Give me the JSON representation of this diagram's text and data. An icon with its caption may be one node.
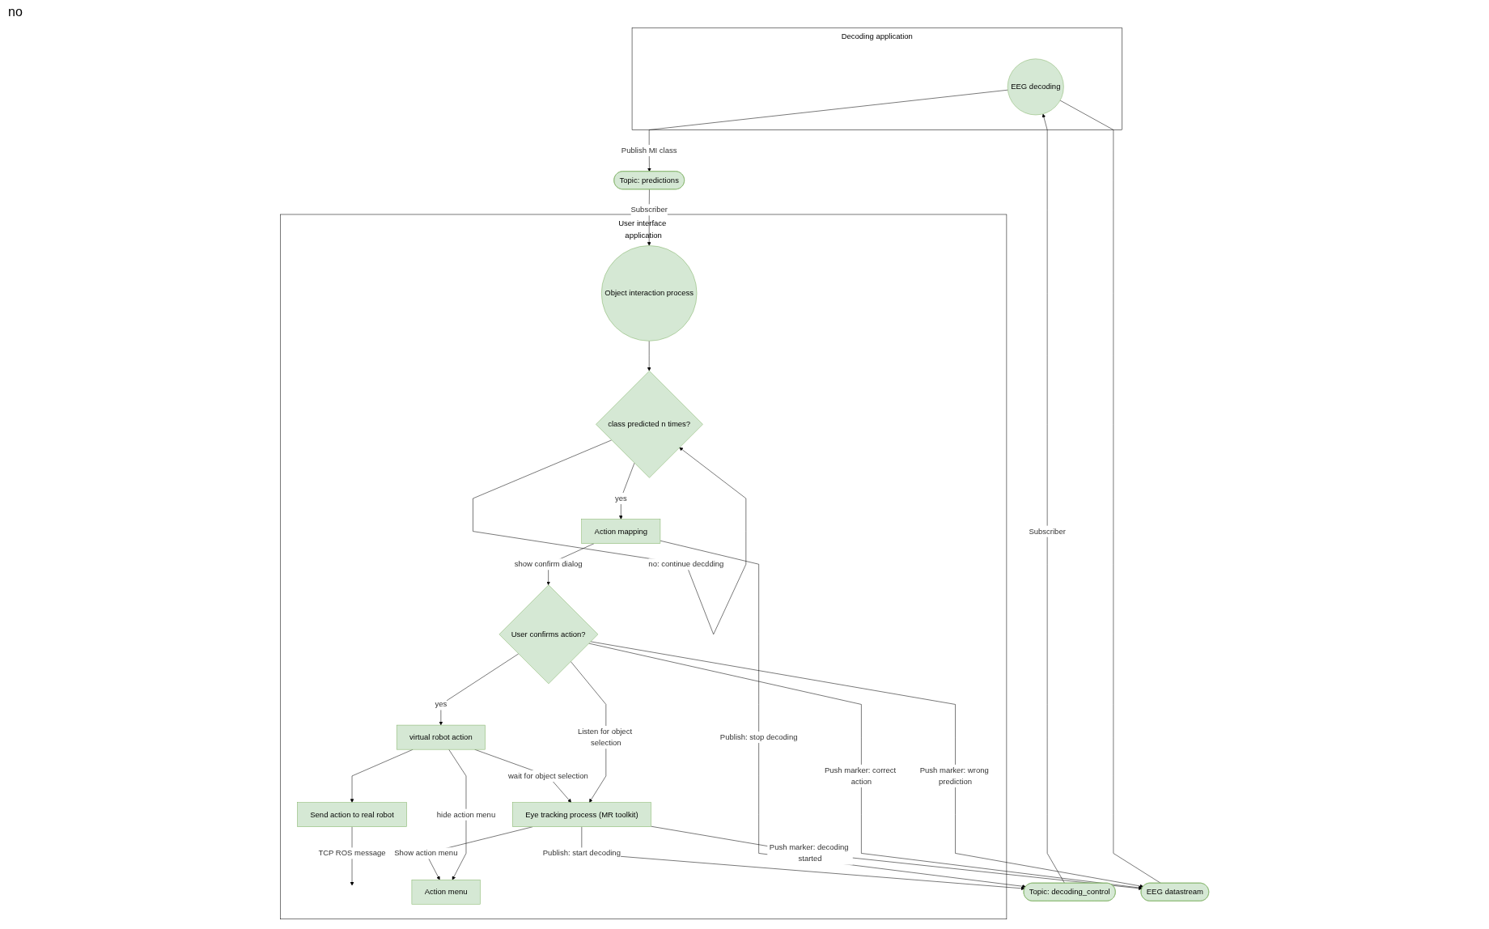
{
  "diagram": {
    "nodes": [
      {
        "text": [
          "Decoding application"
        ]
      },
      {
        "text": [
          "User interface application"
        ]
      },
      {
        "text": [
          "Send action to real robot"
        ],
        "in": 1
      },
      {
        "text": [
          "Action menu"
        ],
        "in": 1
      },
      {
        "text": [
          "Eye tracking process (MR toolkit)"
        ],
        "in": 1
      },
      {
        "text": [
          "Topic: decoding_control"
        ]
      },
      {
        "text": [
          "virtual robot action"
        ],
        "in": 1
      },
      {
        "text": [
          "EEG decoding"
        ],
        "in": 0
      },
      {
        "text": [
          "User confirms action?"
        ],
        "in": 1
      },
      {
        "text": [
          "EEG datastream"
        ]
      },
      {
        "text": [
          "Topic: predictions"
        ]
      },
      {
        "text": [
          "Object interaction process"
        ],
        "in": 1
      },
      {
        "text": [
          "class predicted n times?"
        ],
        "in": 1
      },
      {
        "text": [
          "Action mapping"
        ],
        "in": 1
      }
    ],
    "edges": [
      {
        "from": 2,
        "to": null,
        "arrow": "to",
        "label": "TCP ROS message"
      },
      {
        "from": 4,
        "to": 3,
        "arrow": "to",
        "label": "Show action menu"
      },
      {
        "from": 6,
        "to": 3,
        "arrow": "to",
        "label": "hide action menu"
      },
      {
        "from": 6,
        "to": 2,
        "arrow": "to"
      },
      {
        "from": 6,
        "to": 4,
        "arrow": "to",
        "label": "wait for object selection"
      },
      {
        "from": 4,
        "to": 5,
        "arrow": "to",
        "label": "Publish: start decoding"
      },
      {
        "from": 4,
        "to": 9,
        "arrow": "to",
        "label": "Push marker: decoding started"
      },
      {
        "from": 5,
        "to": 7,
        "arrow": "to",
        "label": "Subscriber"
      },
      {
        "from": 7,
        "to": 9,
        "arrow": "none"
      },
      {
        "from": 7,
        "to": 10,
        "arrow": "to",
        "label": "Publish MI class"
      },
      {
        "from": 10,
        "to": 11,
        "arrow": "to",
        "label": "Subscriber"
      },
      {
        "from": 11,
        "to": 12,
        "arrow": "to"
      },
      {
        "from": 12,
        "to": 13,
        "arrow": "to",
        "label": "yes"
      },
      {
        "from": 12,
        "to": 12,
        "arrow": "to",
        "label": "no: continue decdding"
      },
      {
        "from": 13,
        "to": 8,
        "arrow": "to",
        "label": "show confirm dialog"
      },
      {
        "from": 13,
        "to": 5,
        "arrow": "to",
        "label": "Publish: stop decoding"
      },
      {
        "from": 8,
        "to": 6,
        "arrow": "to",
        "label": "yes"
      },
      {
        "from": 8,
        "to": 9,
        "arrow": "to",
        "label": "Push marker: correct action"
      },
      {
        "from": 8,
        "to": 4,
        "arrow": "to",
        "label": "Listen for object selection"
      },
      {
        "from": 8,
        "to": 9,
        "arrow": "to",
        "label": "Push marker: wrong prediction"
      }
    ],
    "labels": [
      "no"
    ]
  }
}
